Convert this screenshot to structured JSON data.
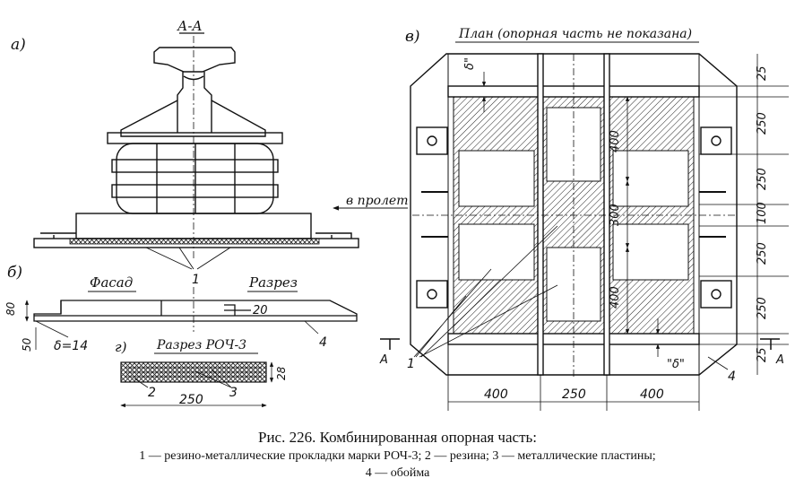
{
  "view_a": {
    "label": "а)",
    "section_title": "А-А",
    "callout": "1"
  },
  "view_b": {
    "label": "б)",
    "facade_label": "Фасад",
    "section_label": "Разрез",
    "dim_80": "80",
    "dim_50": "50",
    "dim_20": "20",
    "thickness": "δ=14",
    "callout_4": "4"
  },
  "view_g": {
    "label": "г)",
    "title": "Разрез РОЧ-3",
    "callout_2": "2",
    "callout_3": "3",
    "dim_width": "250",
    "dim_height": "28"
  },
  "view_v": {
    "label": "в)",
    "title": "План (опорная часть не показана)",
    "span_label": "в пролет",
    "delta_top": "δ\"",
    "delta_bottom": "\"δ\"",
    "section_mark_left": "А",
    "section_mark_right": "А",
    "callout_1": "1",
    "callout_4": "4",
    "right_dims": [
      "25",
      "250",
      "250",
      "100",
      "250",
      "250",
      "25"
    ],
    "inner_dims": [
      "400",
      "300",
      "400"
    ],
    "bottom_dims": [
      "400",
      "250",
      "400"
    ]
  },
  "caption": {
    "title": "Рис. 226. Комбинированная опорная часть:",
    "line1": "1 — резино-металлические прокладки марки РОЧ-3; 2 — резина; 3 — металлические пластины;",
    "line2": "4 — обойма"
  }
}
